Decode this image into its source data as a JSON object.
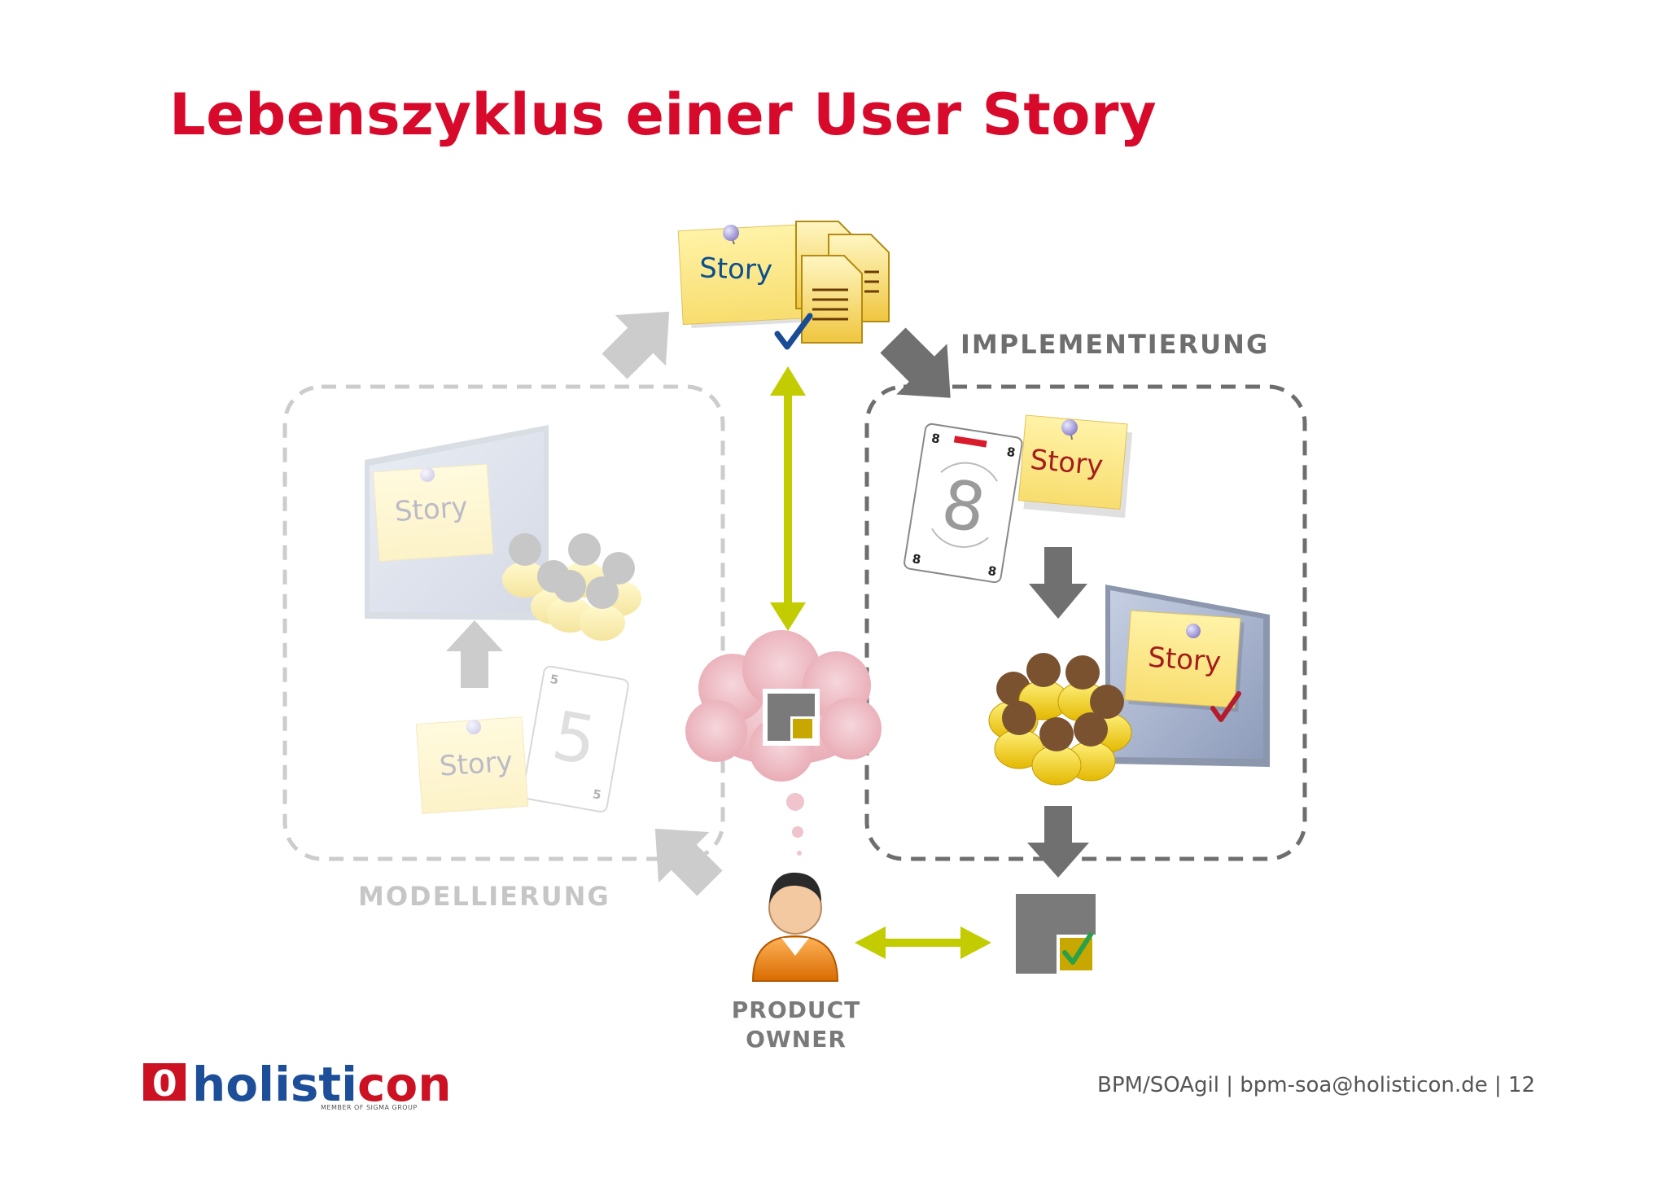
{
  "slide": {
    "title": "Lebenszyklus einer User Story"
  },
  "diagram": {
    "top_note": {
      "label": "Story"
    },
    "sections": {
      "modellierung": {
        "label": "MODELLIERUNG",
        "board_note": "Story",
        "card_note": "Story",
        "card_value": "5"
      },
      "implementierung": {
        "label": "IMPLEMENTIERUNG",
        "card_note": "Story",
        "card_value": "8",
        "board_note": "Story"
      }
    },
    "product_owner": {
      "line1": "PRODUCT",
      "line2": "OWNER"
    }
  },
  "logo": {
    "word": "holisticon",
    "word_part1": "holisti",
    "word_part2": "con",
    "tagline": "MEMBER OF SIGMA GROUP"
  },
  "footer": {
    "text1": "BPM/SOAgil",
    "separator": " | ",
    "text2": "bpm-soa@holisticon.de",
    "page": "12"
  },
  "colors": {
    "title_red": "#d80a2b",
    "accent_green": "#c3cc00",
    "arrow_gray": "#777777",
    "note_yellow": "#ffee88",
    "logo_red": "#cc1122",
    "logo_blue": "#1d4e9a"
  },
  "icons": [
    "pushpin-icon",
    "documents-icon",
    "checkmark-icon",
    "team-icon",
    "person-icon",
    "cloud-icon",
    "estimation-card-icon",
    "done-box-icon"
  ]
}
